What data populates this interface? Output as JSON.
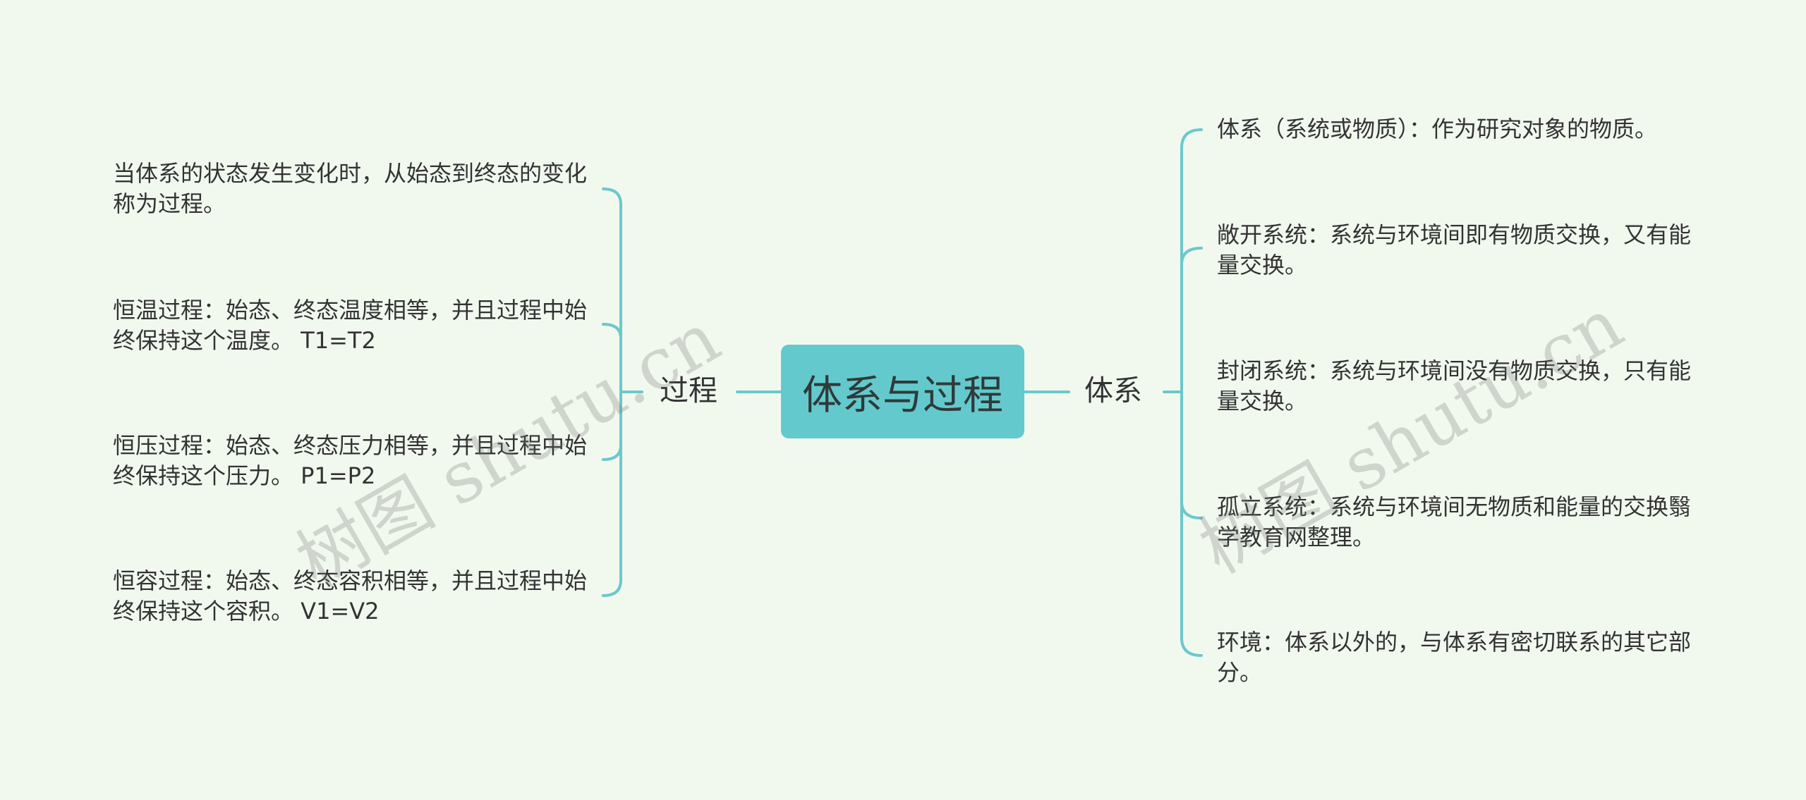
{
  "colors": {
    "background": "#f1f9ef",
    "root_fill": "#64c9cc",
    "connector": "#6cc8cc",
    "text": "#333333"
  },
  "root": {
    "label": "体系与过程"
  },
  "left_branch": {
    "label": "过程",
    "items": [
      "当体系的状态发生变化时，从始态到终态的变化称为过程。",
      "恒温过程：始态、终态温度相等，并且过程中始终保持这个温度。 T1=T2",
      "恒压过程：始态、终态压力相等，并且过程中始终保持这个压力。 P1=P2",
      "恒容过程：始态、终态容积相等，并且过程中始终保持这个容积。 V1=V2"
    ]
  },
  "right_branch": {
    "label": "体系",
    "items": [
      "体系（系统或物质）：作为研究对象的物质。",
      "敞开系统：系统与环境间即有物质交换，又有能量交换。",
      "封闭系统：系统与环境间没有物质交换，只有能量交换。",
      "孤立系统：系统与环境间无物质和能量的交换翳学教育网整理。",
      "环境：体系以外的，与体系有密切联系的其它部分。"
    ]
  },
  "watermark": {
    "text": "树图 shutu.cn"
  }
}
